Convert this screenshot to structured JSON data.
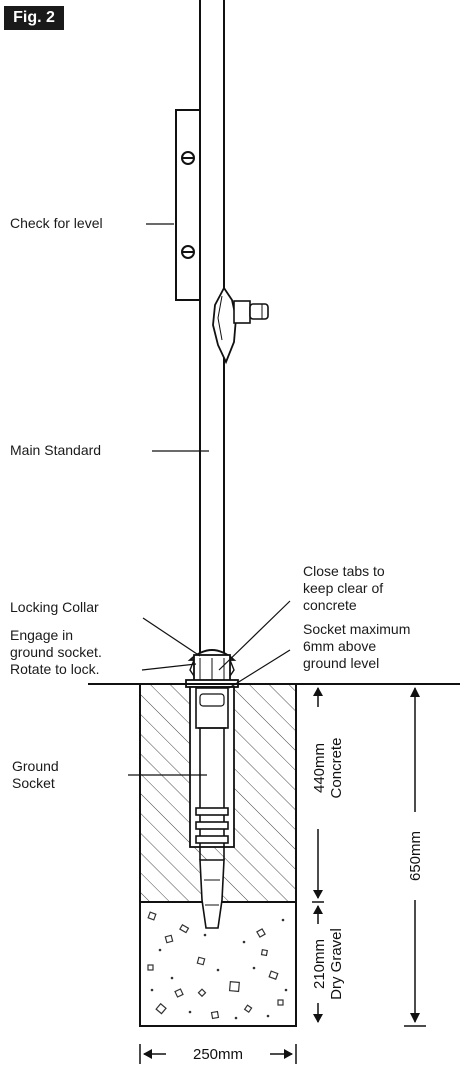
{
  "figure": {
    "label": "Fig. 2"
  },
  "labels": {
    "check_level": "Check for level",
    "main_standard": "Main Standard",
    "close_tabs": [
      "Close tabs to",
      "keep clear of",
      "concrete"
    ],
    "locking_collar": "Locking Collar",
    "engage": [
      "Engage in",
      "ground socket.",
      "Rotate to lock."
    ],
    "socket_max": [
      "Socket maximum",
      "6mm above",
      "ground level"
    ],
    "ground_socket": [
      "Ground",
      "Socket"
    ]
  },
  "dimensions": {
    "concrete_depth": "440mm",
    "concrete_label": "Concrete",
    "gravel_depth": "210mm",
    "gravel_label": "Dry Gravel",
    "total_depth": "650mm",
    "width": "250mm"
  }
}
